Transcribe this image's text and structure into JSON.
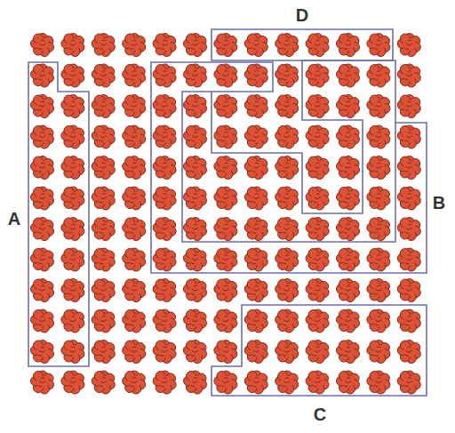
{
  "diagram": {
    "labels": [
      "D",
      "A",
      "B",
      "C"
    ]
  }
}
